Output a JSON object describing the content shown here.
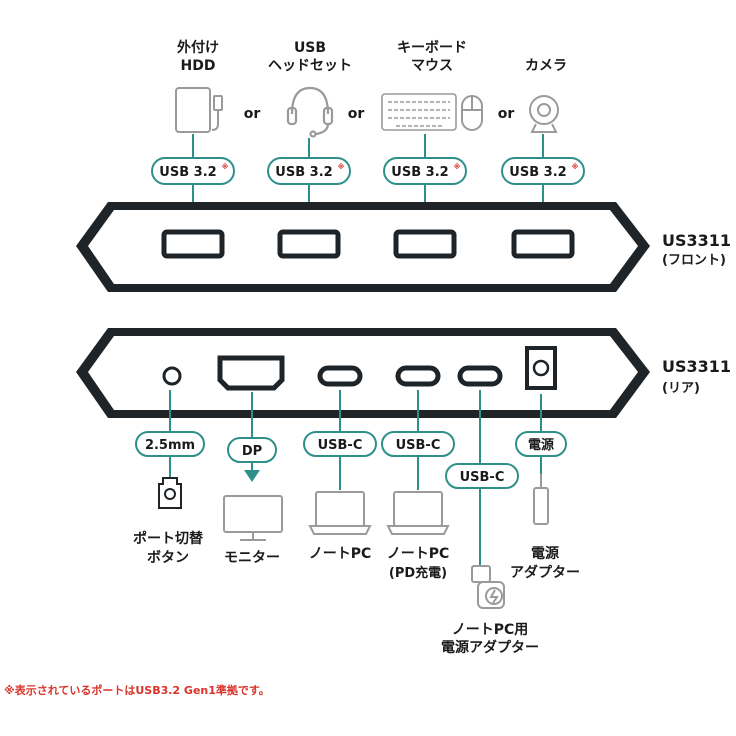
{
  "devices_top": {
    "hdd": [
      "外付け",
      "HDD"
    ],
    "headset": [
      "USB",
      "ヘッドセット"
    ],
    "keyboard": [
      "キーボード",
      "マウス"
    ],
    "camera": [
      "カメラ"
    ],
    "or": "or"
  },
  "front_ports": {
    "label": "USB 3.2",
    "mark": "※"
  },
  "front_device": {
    "model": "US3311",
    "side": "(フロント)"
  },
  "rear_device": {
    "model": "US3311",
    "side": "(リア)"
  },
  "rear_ports": {
    "jack": "2.5mm",
    "dp": "DP",
    "usbc1": "USB-C",
    "usbc2": "USB-C",
    "usbc3": "USB-C",
    "power": "電源"
  },
  "bottom_devices": {
    "switch_button": [
      "ポート切替",
      "ボタン"
    ],
    "monitor": "モニター",
    "notepc": "ノートPC",
    "notepc_pd": [
      "ノートPC",
      "(PD充電)"
    ],
    "pc_adapter": [
      "ノートPC用",
      "電源アダプター"
    ],
    "power_adapter": [
      "電源",
      "アダプター"
    ]
  },
  "footnote": "※表示されているポートはUSB3.2 Gen1準拠です。",
  "colors": {
    "accent": "#2e8f8a",
    "note": "#d9342b",
    "device_body": "#1f2428"
  }
}
